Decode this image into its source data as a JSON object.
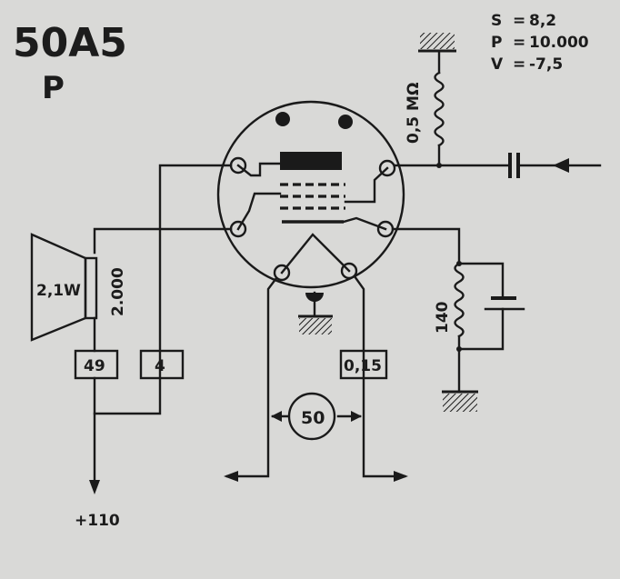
{
  "tube": {
    "type": "50A5",
    "class": "P"
  },
  "specs": [
    {
      "key": "S",
      "sep": "=",
      "value": "8,2"
    },
    {
      "key": "P",
      "sep": "=",
      "value": "10.000"
    },
    {
      "key": "V",
      "sep": "=",
      "value": "-7,5"
    }
  ],
  "components": {
    "grid_resistor": "0,5 MΩ",
    "cathode_resistor": "140",
    "speaker_power": "2,1W",
    "speaker_impedance": "2.000",
    "pin_anode": "49",
    "pin_screen": "4",
    "heater_current": "0,15",
    "heater_voltage": "50",
    "supply": "+110"
  },
  "colors": {
    "background": "#d9d9d7",
    "ink": "#1a1a1a"
  }
}
